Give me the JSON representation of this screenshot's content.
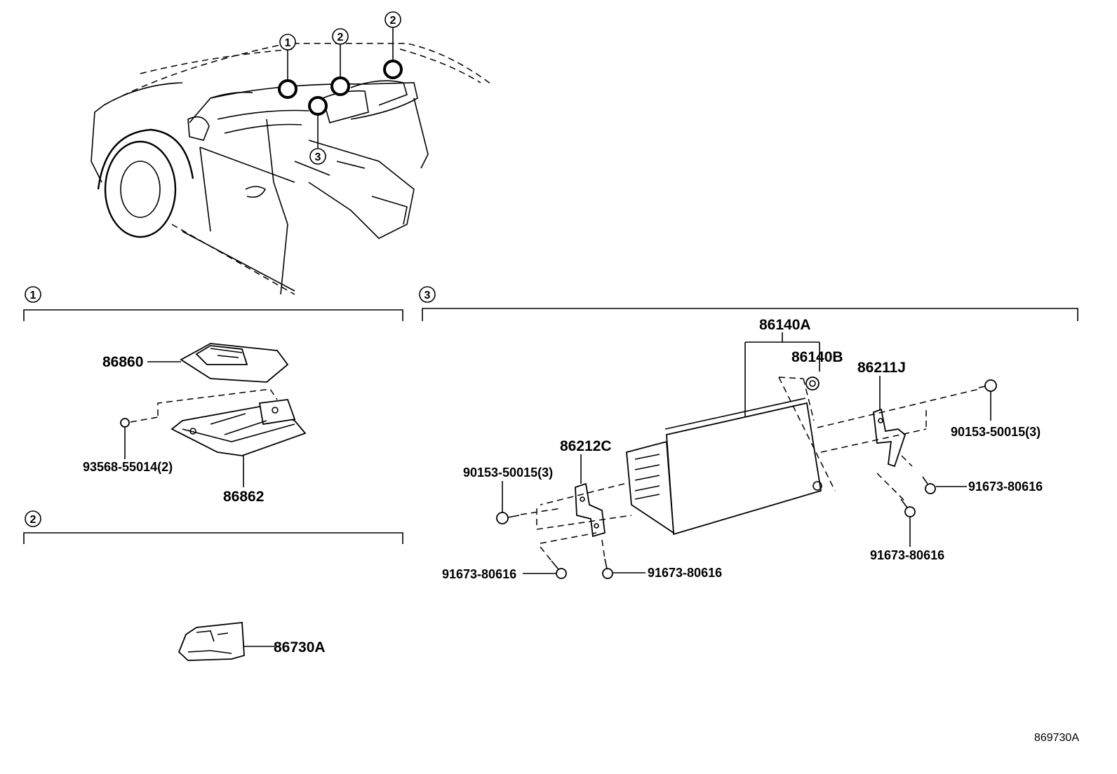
{
  "overview": {
    "callouts": [
      {
        "num": "1"
      },
      {
        "num": "2"
      },
      {
        "num": "2"
      },
      {
        "num": "3"
      }
    ]
  },
  "sections": [
    {
      "num": "1"
    },
    {
      "num": "2"
    },
    {
      "num": "3"
    }
  ],
  "parts": {
    "p86860": "86860",
    "p93568": "93568-55014(2)",
    "p86862": "86862",
    "p86730A": "86730A",
    "p86140A": "86140A",
    "p86140B": "86140B",
    "p86211J": "86211J",
    "p86212C": "86212C",
    "p90153_left": "90153-50015(3)",
    "p90153_right": "90153-50015(3)",
    "p91673_a": "91673-80616",
    "p91673_b": "91673-80616",
    "p91673_c": "91673-80616",
    "p91673_d": "91673-80616"
  },
  "figure_id": "869730A"
}
